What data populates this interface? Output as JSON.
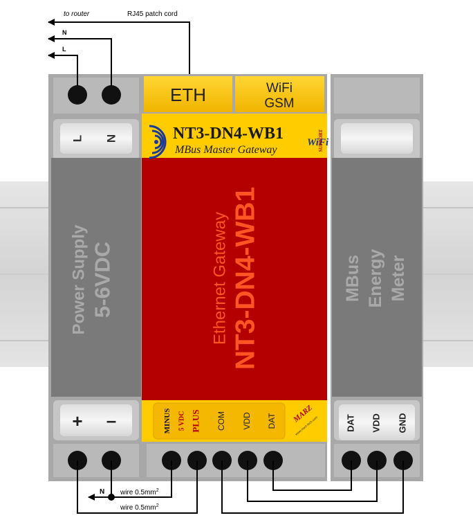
{
  "top_labels": {
    "to_router": "to router",
    "patch_cord": "RJ45 patch cord",
    "n": "N",
    "l": "L"
  },
  "power_supply": {
    "top_terminals": [
      "L",
      "N"
    ],
    "title_line1": "Power Supply",
    "title_line2": "5-6VDC",
    "bottom_terminals": [
      "+",
      "–"
    ]
  },
  "gateway": {
    "eth_label": "ETH",
    "wifi_label": "WiFi",
    "gsm_label": "GSM",
    "model": "NT3-DN4-WB1",
    "subtitle": "MBus Master Gateway",
    "badge_wifi": "WiFi",
    "badge_support": "SUPPORT",
    "body_line1": "Ethernet Gateway",
    "body_line2": "NT3-DN4-WB1",
    "terminals": [
      "MINUS",
      "5 VDC",
      "PLUS",
      "COM",
      "VDD",
      "DAT"
    ],
    "brand": "MARZ",
    "brand_url": "www.marz-tech.com"
  },
  "meter": {
    "title_lines": [
      "MBus",
      "Energy",
      "Meter"
    ],
    "terminals": [
      "DAT",
      "VDD",
      "GND"
    ]
  },
  "wire_labels": {
    "n": "N",
    "wire1": "wire 0.5mm",
    "wire2": "wire 0.5mm",
    "sup": "2"
  },
  "colors": {
    "module_grey": "#a8a8a8",
    "panel_dark": "#7a7a7a",
    "gateway_red": "#b50000",
    "gateway_yellow": "#ffcc00",
    "title_orange": "#ff5522",
    "body_text_grey": "#a9a9a9",
    "wifi_blue": "#1a3a9a"
  }
}
